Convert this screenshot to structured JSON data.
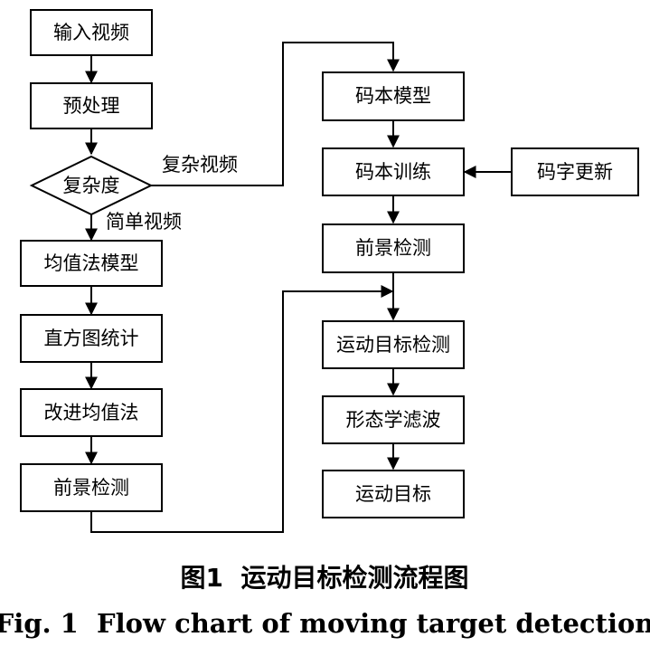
{
  "diagram": {
    "left_column": {
      "input_video": "输入视频",
      "preprocess": "预处理",
      "complexity": "复杂度",
      "mean_model": "均值法模型",
      "histogram": "直方图统计",
      "improved_mean": "改进均值法",
      "foreground_left": "前景检测"
    },
    "branch_labels": {
      "complex_video": "复杂视频",
      "simple_video": "简单视频"
    },
    "right_column": {
      "codebook_model": "码本模型",
      "codebook_train": "码本训练",
      "codeword_update": "码字更新",
      "foreground_right": "前景检测",
      "moving_detect": "运动目标检测",
      "morph_filter": "形态学滤波",
      "moving_target": "运动目标"
    }
  },
  "caption": {
    "zh": "图1  运动目标检测流程图",
    "en": "Fig. 1  Flow chart of moving target detection"
  }
}
